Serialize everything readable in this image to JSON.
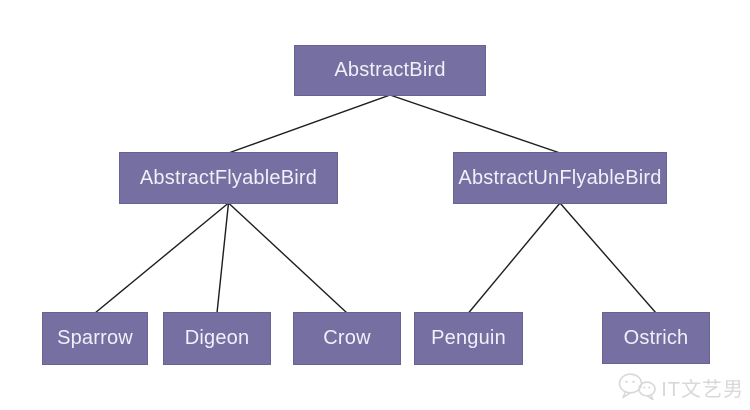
{
  "diagram": {
    "type": "tree",
    "description": "Class inheritance hierarchy of bird classes",
    "nodes": {
      "abstract_bird": {
        "label": "AbstractBird"
      },
      "abstract_flyable_bird": {
        "label": "AbstractFlyableBird"
      },
      "abstract_unflyable_bird": {
        "label": "AbstractUnFlyableBird"
      },
      "sparrow": {
        "label": "Sparrow"
      },
      "digeon": {
        "label": "Digeon"
      },
      "crow": {
        "label": "Crow"
      },
      "penguin": {
        "label": "Penguin"
      },
      "ostrich": {
        "label": "Ostrich"
      }
    },
    "edges": [
      {
        "from": "abstract_bird",
        "to": "abstract_flyable_bird"
      },
      {
        "from": "abstract_bird",
        "to": "abstract_unflyable_bird"
      },
      {
        "from": "abstract_flyable_bird",
        "to": "sparrow"
      },
      {
        "from": "abstract_flyable_bird",
        "to": "digeon"
      },
      {
        "from": "abstract_flyable_bird",
        "to": "crow"
      },
      {
        "from": "abstract_unflyable_bird",
        "to": "penguin"
      },
      {
        "from": "abstract_unflyable_bird",
        "to": "ostrich"
      }
    ],
    "colors": {
      "node_fill": "#7670a2",
      "node_text": "#f1eff8",
      "edge": "#1d1d1f",
      "background": "#ffffff",
      "watermark": "#d8d8d8"
    }
  },
  "watermark": {
    "icon": "wechat-chat-bubbles-icon",
    "text": "IT文艺男"
  }
}
